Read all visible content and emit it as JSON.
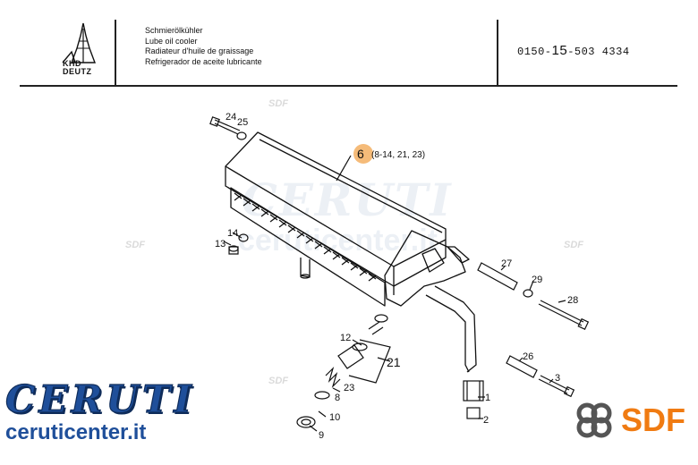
{
  "header": {
    "logo_text_1": "KHD",
    "logo_text_2": "DEUTZ",
    "titles": [
      "Schmierölkühler",
      "Lube oil cooler",
      "Radiateur d'huile de graissage",
      "Refrigerador de aceite lubricante"
    ],
    "part_prefix": "0150-",
    "part_group": "15",
    "part_suffix": "-503  4334"
  },
  "callouts": {
    "main_label": "6",
    "main_subs": "(8-14, 21, 23)",
    "items": [
      "24",
      "25",
      "14",
      "13",
      "27",
      "29",
      "28",
      "12",
      "21",
      "23",
      "8",
      "10",
      "9",
      "26",
      "3",
      "1",
      "2"
    ]
  },
  "watermark": {
    "word": "CERUTI",
    "url": "ceruticenter.it",
    "sdf_small": "SDF"
  },
  "branding": {
    "title": "CERUTI",
    "url": "ceruticenter.it",
    "sdf": "SDF"
  },
  "colors": {
    "highlight": "#f4b46a",
    "brand_blue": "#1f4f9a",
    "sdf_orange": "#f07b12"
  }
}
